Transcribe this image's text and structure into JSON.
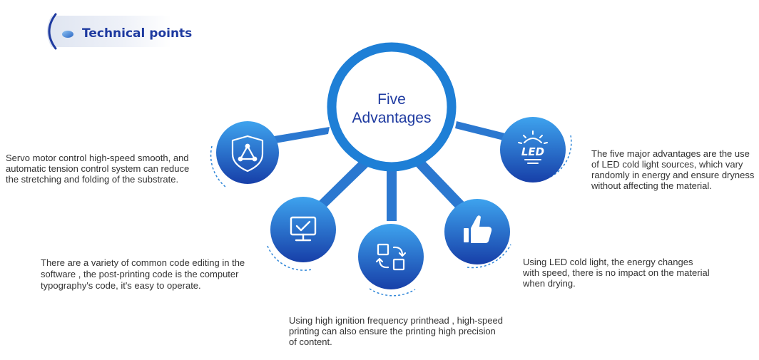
{
  "header": {
    "title": "Technical points"
  },
  "center": {
    "line1": "Five",
    "line2": "Advantages"
  },
  "nodes": [
    {
      "icon": "shield-triangle-icon",
      "text": "Servo motor control high-speed smooth, and automatic tension control system can reduce the stretching and folding of the substrate."
    },
    {
      "icon": "monitor-check-icon",
      "text": "There are a variety of common code editing in the software , the post-printing code is the computer typography's code, it's easy to operate."
    },
    {
      "icon": "swap-squares-icon",
      "text": "Using high ignition frequency printhead , high-speed printing can also ensure the printing high precision of content."
    },
    {
      "icon": "thumbs-up-icon",
      "text": "Using LED cold light, the energy changes with speed, there is no impact on the material when drying."
    },
    {
      "icon": "led-icon",
      "label": "LED",
      "text": "The five major advantages are the use of LED cold light sources, which vary randomly in energy and ensure dryness without affecting the material."
    }
  ],
  "colors": {
    "accent": "#1e3aa0",
    "ring": "#1e7fd6",
    "dashed": "#2f86d8",
    "text": "#333333"
  }
}
